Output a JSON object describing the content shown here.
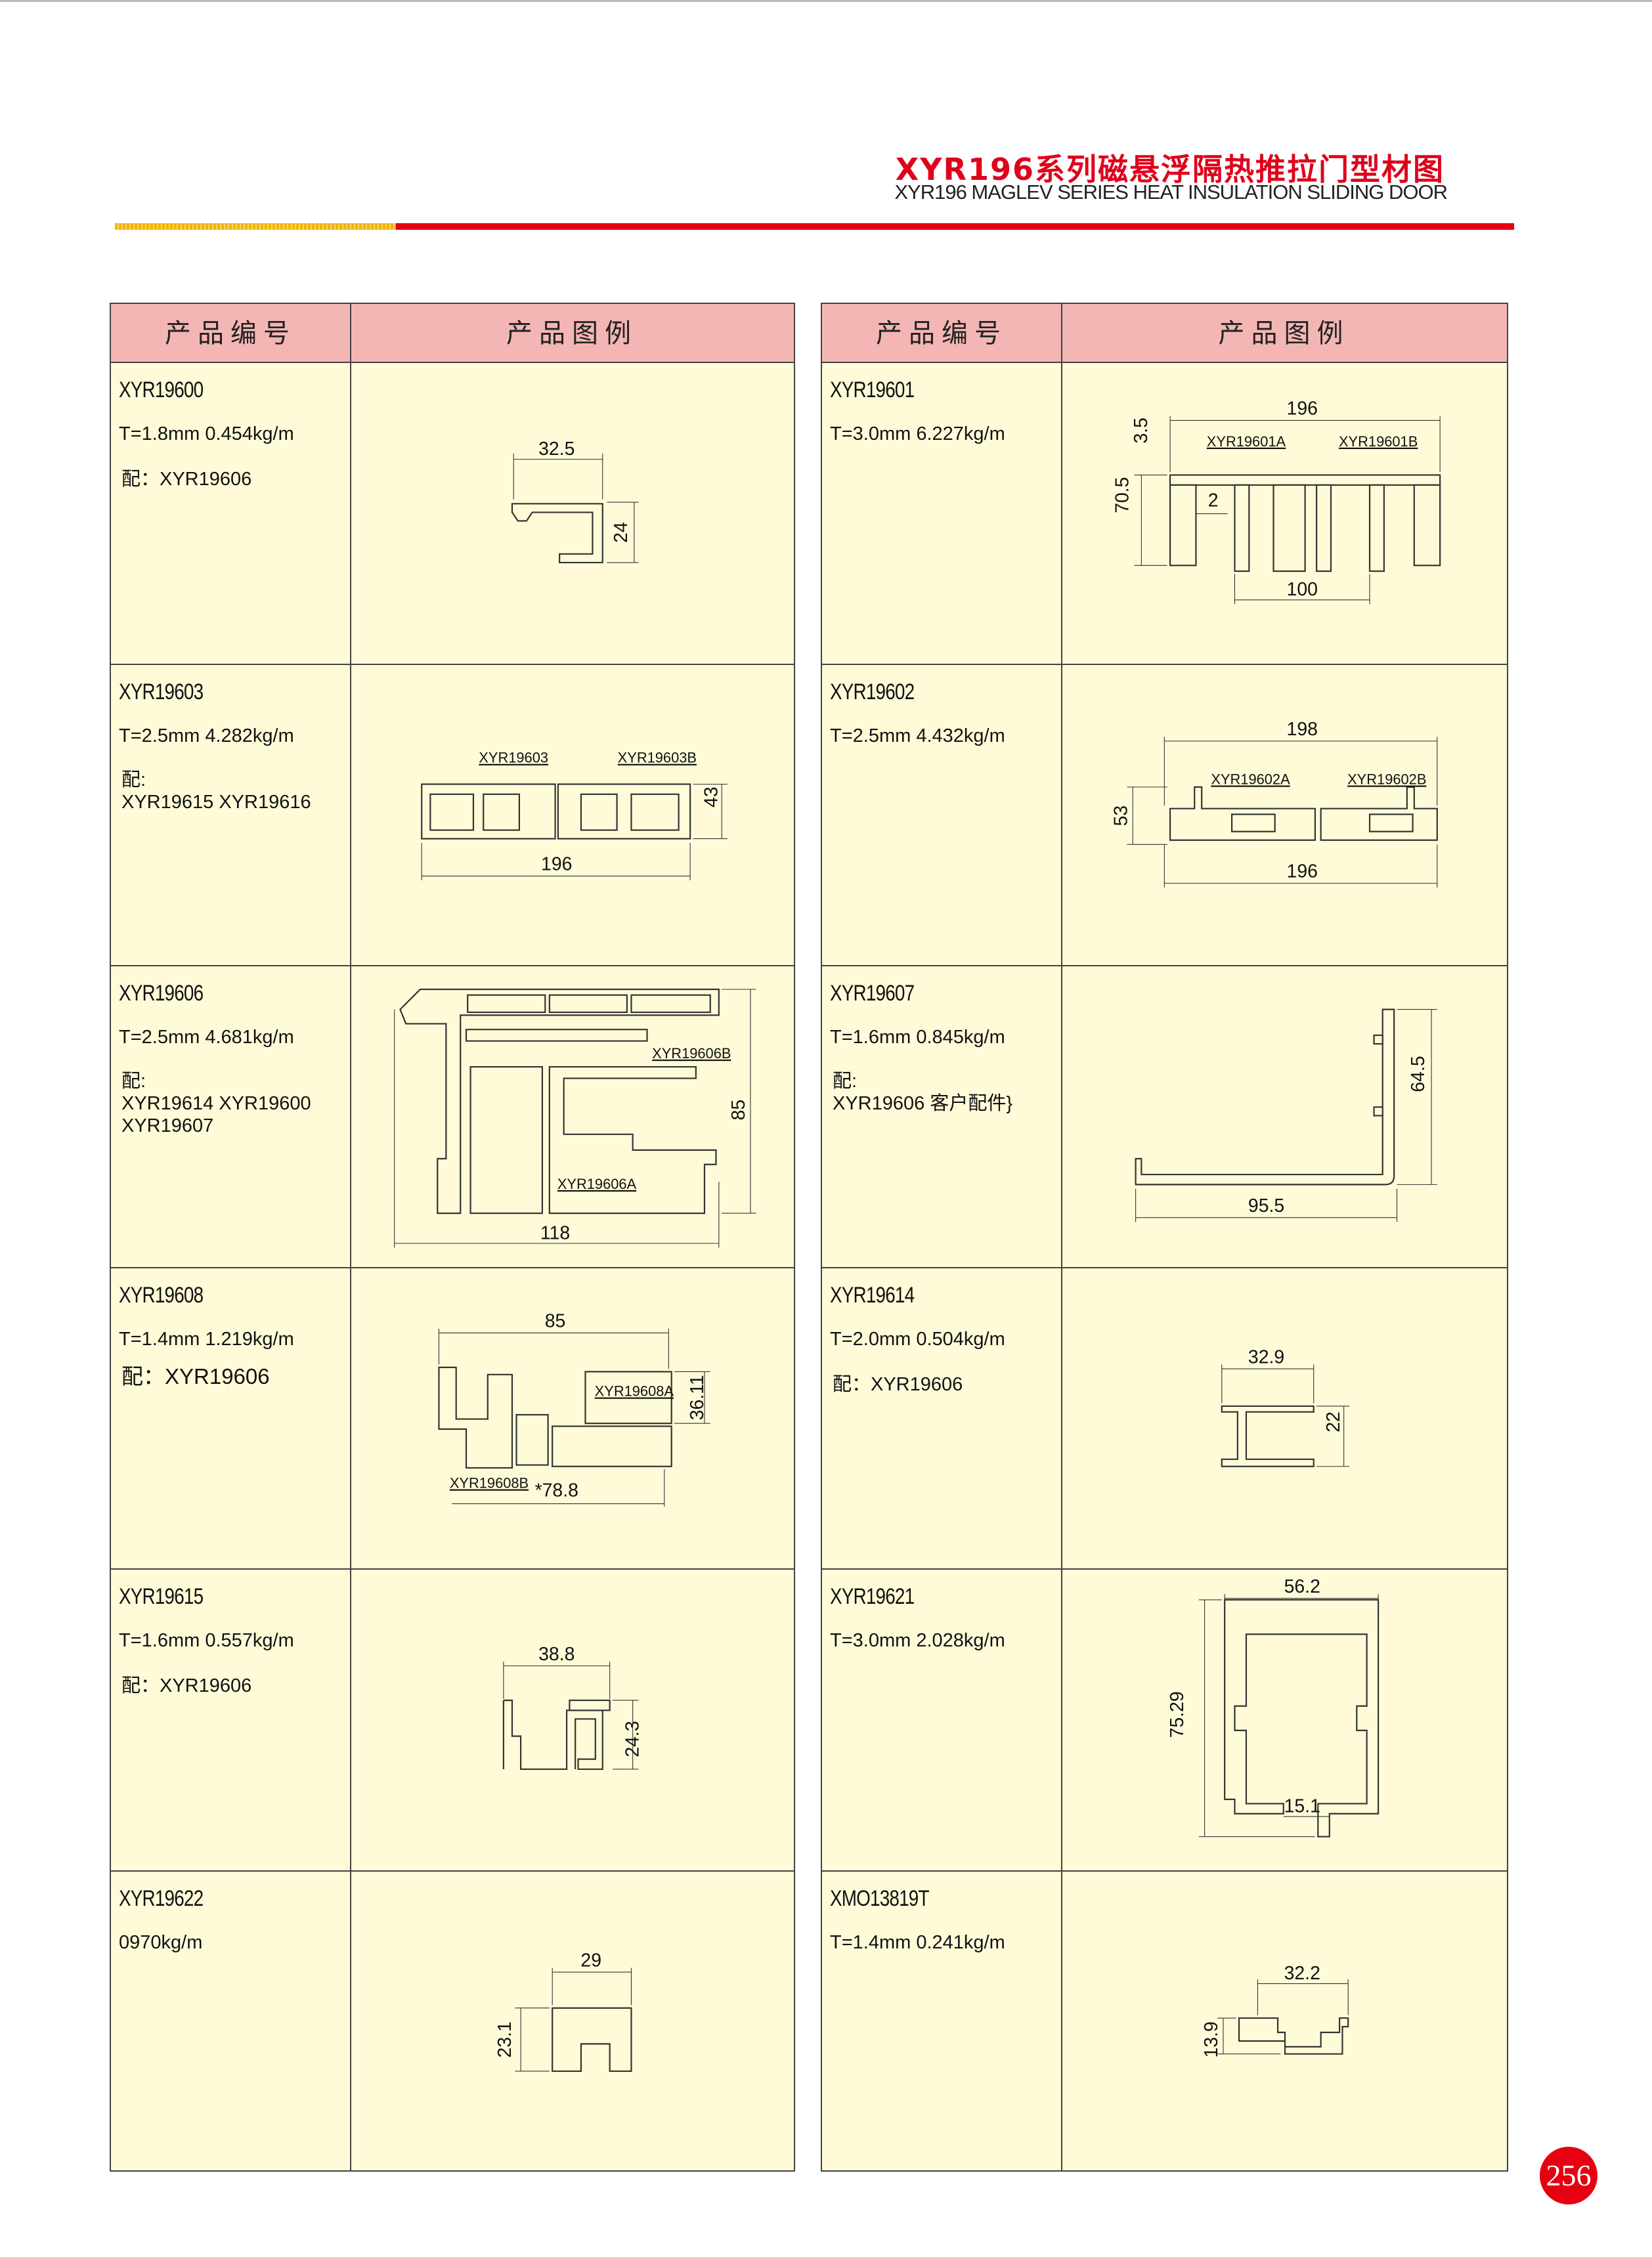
{
  "header": {
    "title_cn": "XYR196系列磁悬浮隔热推拉门型材图",
    "title_en": "XYR196 MAGLEV SERIES HEAT INSULATION SLIDING DOOR"
  },
  "table_headers": {
    "code": "产品编号",
    "drawing": "产品图例"
  },
  "left": [
    {
      "id": "XYR19600",
      "spec": "T=1.8mm  0.454kg/m",
      "pair": [
        "配：XYR19606"
      ],
      "dims": {
        "w": "32.5",
        "h": "24"
      }
    },
    {
      "id": "XYR19603",
      "spec": "T=2.5mm  4.282kg/m",
      "pair": [
        "配:",
        "XYR19615 XYR19616"
      ],
      "dims": {
        "a": "XYR19603",
        "b": "XYR19603B",
        "h": "43",
        "w": "196"
      }
    },
    {
      "id": "XYR19606",
      "spec": "T=2.5mm  4.681kg/m",
      "pair": [
        "配:",
        "XYR19614  XYR19600",
        "XYR19607"
      ],
      "dims": {
        "b": "XYR19606B",
        "a": "XYR19606A",
        "h": "85",
        "w": "118"
      }
    },
    {
      "id": "XYR19608",
      "spec": "T=1.4mm  1.219kg/m",
      "pair": [
        "配：XYR19606"
      ],
      "dims": {
        "w": "85",
        "h": "36.11",
        "a": "XYR19608A",
        "b": "XYR19608B",
        "w2": "*78.8"
      }
    },
    {
      "id": "XYR19615",
      "spec": "T=1.6mm  0.557kg/m",
      "pair": [
        "配：XYR19606"
      ],
      "dims": {
        "w": "38.8",
        "h": "24.3"
      }
    },
    {
      "id": "XYR19622",
      "spec": "0970kg/m",
      "pair": [],
      "dims": {
        "w": "29",
        "h": "23.1"
      }
    }
  ],
  "right": [
    {
      "id": "XYR19601",
      "spec": "T=3.0mm  6.227kg/m",
      "pair": [],
      "dims": {
        "w": "196",
        "a": "XYR19601A",
        "b": "XYR19601B",
        "t": "3.5",
        "h": "70.5",
        "g": "2",
        "w2": "100"
      }
    },
    {
      "id": "XYR19602",
      "spec": "T=2.5mm  4.432kg/m",
      "pair": [],
      "dims": {
        "w": "198",
        "a": "XYR19602A",
        "b": "XYR19602B",
        "h": "53",
        "w2": "196"
      }
    },
    {
      "id": "XYR19607",
      "spec": "T=1.6mm  0.845kg/m",
      "pair": [
        "配:",
        "XYR19606 客户配件}"
      ],
      "dims": {
        "h": "64.5",
        "w": "95.5"
      }
    },
    {
      "id": "XYR19614",
      "spec": "T=2.0mm  0.504kg/m",
      "pair": [
        "配：XYR19606"
      ],
      "dims": {
        "w": "32.9",
        "h": "22"
      }
    },
    {
      "id": "XYR19621",
      "spec": "T=3.0mm  2.028kg/m",
      "pair": [],
      "dims": {
        "w": "56.2",
        "h": "75.29",
        "w2": "15.1"
      }
    },
    {
      "id": "XMO13819T",
      "spec": "T=1.4mm  0.241kg/m",
      "pair": [],
      "dims": {
        "w": "32.2",
        "h": "13.9"
      }
    }
  ],
  "page_number": "256"
}
